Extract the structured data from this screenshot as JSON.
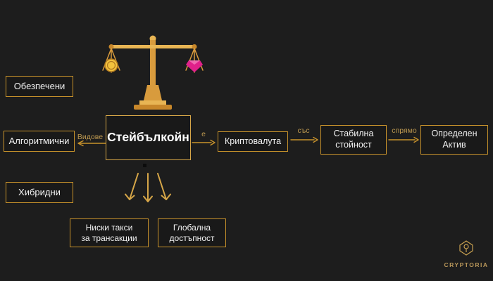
{
  "colors": {
    "background": "#1d1d1d",
    "accent_border": "#c9932b",
    "arrow_gold": "#d6a648",
    "edge_label": "#bd9850",
    "text": "#f2f2f2",
    "coin_gold": "#f2c23d",
    "gem_pink": "#e0218a"
  },
  "center_node": {
    "label": "Стейбълкойн"
  },
  "types": {
    "edge_label": "Видове",
    "items": [
      {
        "label": "Обезпечени"
      },
      {
        "label": "Алгоритмични"
      },
      {
        "label": "Хибридни"
      }
    ]
  },
  "definition_chain": {
    "edges": [
      {
        "label": "е"
      },
      {
        "label": "със"
      },
      {
        "label": "спрямо"
      }
    ],
    "nodes": [
      {
        "label": "Криптовалута"
      },
      {
        "label": "Стабилна\nстойност"
      },
      {
        "label": "Определен\nАктив"
      }
    ]
  },
  "benefits": {
    "items": [
      {
        "label": "Ниски такси\nза трансакции"
      },
      {
        "label": "Глобална\nдостъпност"
      }
    ]
  },
  "illustration": {
    "name": "balance-scale-with-coin-and-gem"
  },
  "logo": {
    "text": "CRYPTORIA"
  }
}
